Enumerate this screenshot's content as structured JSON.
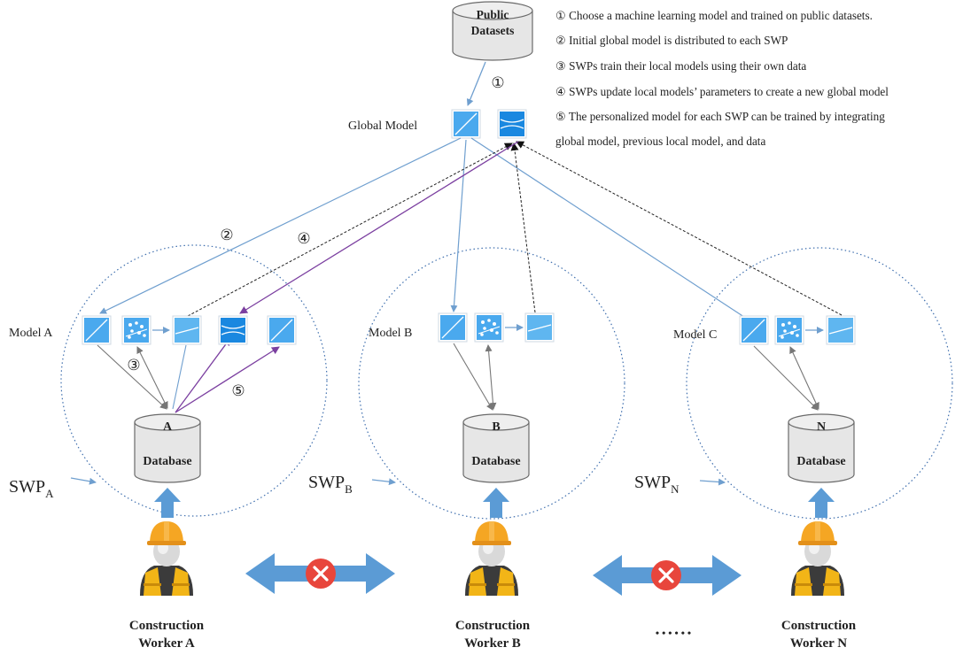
{
  "public_datasets": {
    "line1": "Public",
    "line2": "Datasets"
  },
  "global_model_label": "Global Model",
  "legend": [
    {
      "num": "①",
      "text": "Choose a machine learning  model and trained on public datasets."
    },
    {
      "num": "②",
      "text": "Initial  global model is distributed to each SWP"
    },
    {
      "num": "③",
      "text": "SWPs train their local models using their own data"
    },
    {
      "num": "④",
      "text": "SWPs update local models’ parameters to create a new global model"
    },
    {
      "num": "⑤",
      "text": "The personalized model for each SWP can be trained  by integrating"
    },
    {
      "num": "",
      "text": "global model, previous local model, and data"
    }
  ],
  "step_markers": {
    "s1": "①",
    "s2": "②",
    "s3": "③",
    "s4": "④",
    "s5": "⑤"
  },
  "clusters": [
    {
      "model_label": "Model A",
      "db_letter": "A",
      "db_label": "Database",
      "swp_main": "SWP",
      "swp_sub": "A",
      "worker_line1": "Construction",
      "worker_line2": "Worker A"
    },
    {
      "model_label": "Model B",
      "db_letter": "B",
      "db_label": "Database",
      "swp_main": "SWP",
      "swp_sub": "B",
      "worker_line1": "Construction",
      "worker_line2": "Worker B"
    },
    {
      "model_label": "Model C",
      "db_letter": "N",
      "db_label": "Database",
      "swp_main": "SWP",
      "swp_sub": "N",
      "worker_line1": "Construction",
      "worker_line2": "Worker N"
    }
  ],
  "ellipsis": "• • • • • •",
  "colors": {
    "model_blue": "#4aa9ee",
    "model_blue_dark": "#1a88e0",
    "arrow_blue": "#6f9fcf",
    "arrow_purple": "#7b3fa0",
    "dashed_black": "#222222",
    "circle_dotted": "#3f6fae",
    "db_fill": "#e6e6e6",
    "big_arrow": "#5b9bd5",
    "block_red": "#e8463c",
    "helmet": "#f5a623",
    "vest": "#f2b517"
  },
  "icons": {
    "model": "model-square-icon",
    "data": "scatter-data-icon",
    "database": "database-cylinder-icon",
    "worker": "construction-worker-icon",
    "block": "blocked-x-icon"
  }
}
